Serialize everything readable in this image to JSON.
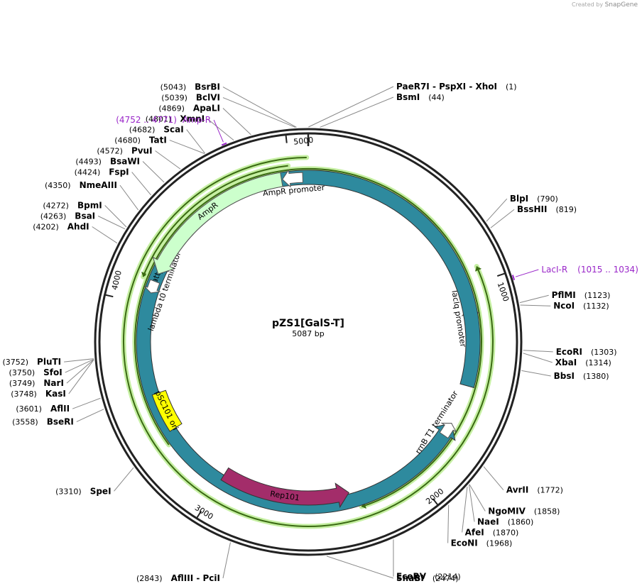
{
  "watermark": {
    "prefix": "Created by",
    "brand": "SnapGene"
  },
  "plasmid": {
    "name": "pZS1[GalS-T]",
    "length": 5087,
    "length_label": "5087 bp"
  },
  "ticks": [
    {
      "bp": 1000,
      "label": "1000"
    },
    {
      "bp": 2000,
      "label": "2000"
    },
    {
      "bp": 3000,
      "label": "3000"
    },
    {
      "bp": 4000,
      "label": "4000"
    },
    {
      "bp": 5000,
      "label": "5000"
    }
  ],
  "features": [
    {
      "name": "lacIq promoter",
      "type": "arrow_open",
      "start": 1190,
      "end": 1105,
      "direction": "reverse"
    },
    {
      "name": "γ attp",
      "type": "arrow",
      "start": 1490,
      "end": 1690,
      "direction": "reverse",
      "color": "#2e8a9e"
    },
    {
      "name": "rrnB T1 terminator",
      "type": "arrow_open",
      "start": 1760,
      "end": 1690,
      "direction": "reverse"
    },
    {
      "name": "Rep101",
      "type": "arrow",
      "start": 3000,
      "end": 2330,
      "direction": "reverse",
      "color": "#a32d6a"
    },
    {
      "name": "pSC101 ori",
      "type": "box",
      "start": 3350,
      "end": 3550,
      "color": "#ffff00"
    },
    {
      "name": "lambda t0 terminator",
      "type": "arrow_open",
      "start": 4120,
      "end": 4060,
      "direction": "reverse"
    },
    {
      "name": "AmpR",
      "type": "arrow",
      "start": 4955,
      "end": 4160,
      "direction": "reverse",
      "color": "#ccffcc"
    },
    {
      "name": "AmpR promoter",
      "type": "arrow_open",
      "start": 5060,
      "end": 4960,
      "direction": "reverse"
    }
  ],
  "orfs": [
    {
      "start": 5080,
      "end": 930,
      "direction": "reverse"
    },
    {
      "start": 4995,
      "end": 4120,
      "direction": "reverse"
    },
    {
      "start": 3300,
      "end": 2290,
      "direction": "forward"
    }
  ],
  "primers": [
    {
      "name": "LacI-R",
      "range": "(1015 .. 1034)",
      "bp": 1025
    },
    {
      "name": "Amp-R",
      "range": "(4752 .. 4771)",
      "bp": 4762
    }
  ],
  "sites": [
    {
      "enzymes": [
        "PaeR7I",
        "PspXI",
        "XhoI"
      ],
      "pos": "(1)",
      "bp": 1
    },
    {
      "enzymes": [
        "BsmI"
      ],
      "pos": "(44)",
      "bp": 44
    },
    {
      "enzymes": [
        "BlpI"
      ],
      "pos": "(790)",
      "bp": 790
    },
    {
      "enzymes": [
        "BssHII"
      ],
      "pos": "(819)",
      "bp": 819
    },
    {
      "enzymes": [
        "PflMI"
      ],
      "pos": "(1123)",
      "bp": 1123
    },
    {
      "enzymes": [
        "NcoI"
      ],
      "pos": "(1132)",
      "bp": 1132
    },
    {
      "enzymes": [
        "EcoRI"
      ],
      "pos": "(1303)",
      "bp": 1303
    },
    {
      "enzymes": [
        "XbaI"
      ],
      "pos": "(1314)",
      "bp": 1314
    },
    {
      "enzymes": [
        "BbsI"
      ],
      "pos": "(1380)",
      "bp": 1380
    },
    {
      "enzymes": [
        "AvrII"
      ],
      "pos": "(1772)",
      "bp": 1772
    },
    {
      "enzymes": [
        "NgoMIV"
      ],
      "pos": "(1858)",
      "bp": 1858
    },
    {
      "enzymes": [
        "NaeI"
      ],
      "pos": "(1860)",
      "bp": 1860
    },
    {
      "enzymes": [
        "AfeI"
      ],
      "pos": "(1870)",
      "bp": 1870
    },
    {
      "enzymes": [
        "EcoNI"
      ],
      "pos": "(1968)",
      "bp": 1968
    },
    {
      "enzymes": [
        "EcoRV"
      ],
      "pos": "(2214)",
      "bp": 2214
    },
    {
      "enzymes": [
        "SnaBI"
      ],
      "pos": "(2474)",
      "bp": 2474
    },
    {
      "enzymes": [
        "AflIII",
        "PciI"
      ],
      "pos": "(2843)",
      "bp": 2843
    },
    {
      "enzymes": [
        "SpeI"
      ],
      "pos": "(3310)",
      "bp": 3310
    },
    {
      "enzymes": [
        "BseRI"
      ],
      "pos": "(3558)",
      "bp": 3558
    },
    {
      "enzymes": [
        "AflII"
      ],
      "pos": "(3601)",
      "bp": 3601
    },
    {
      "enzymes": [
        "KasI"
      ],
      "pos": "(3748)",
      "bp": 3748
    },
    {
      "enzymes": [
        "NarI"
      ],
      "pos": "(3749)",
      "bp": 3749
    },
    {
      "enzymes": [
        "SfoI"
      ],
      "pos": "(3750)",
      "bp": 3750
    },
    {
      "enzymes": [
        "PluTI"
      ],
      "pos": "(3752)",
      "bp": 3752
    },
    {
      "enzymes": [
        "AhdI"
      ],
      "pos": "(4202)",
      "bp": 4202
    },
    {
      "enzymes": [
        "BsaI"
      ],
      "pos": "(4263)",
      "bp": 4263
    },
    {
      "enzymes": [
        "BpmI"
      ],
      "pos": "(4272)",
      "bp": 4272
    },
    {
      "enzymes": [
        "NmeAIII"
      ],
      "pos": "(4350)",
      "bp": 4350
    },
    {
      "enzymes": [
        "FspI"
      ],
      "pos": "(4424)",
      "bp": 4424
    },
    {
      "enzymes": [
        "BsaWI"
      ],
      "pos": "(4493)",
      "bp": 4493
    },
    {
      "enzymes": [
        "PvuI"
      ],
      "pos": "(4572)",
      "bp": 4572
    },
    {
      "enzymes": [
        "TatI"
      ],
      "pos": "(4680)",
      "bp": 4680
    },
    {
      "enzymes": [
        "ScaI"
      ],
      "pos": "(4682)",
      "bp": 4682
    },
    {
      "enzymes": [
        "XmnI"
      ],
      "pos": "(4801)",
      "bp": 4801
    },
    {
      "enzymes": [
        "ApaLI"
      ],
      "pos": "(4869)",
      "bp": 4869
    },
    {
      "enzymes": [
        "BclVI"
      ],
      "pos": "(5039)",
      "bp": 5039
    },
    {
      "enzymes": [
        "BsrBI"
      ],
      "pos": "(5043)",
      "bp": 5043
    }
  ]
}
